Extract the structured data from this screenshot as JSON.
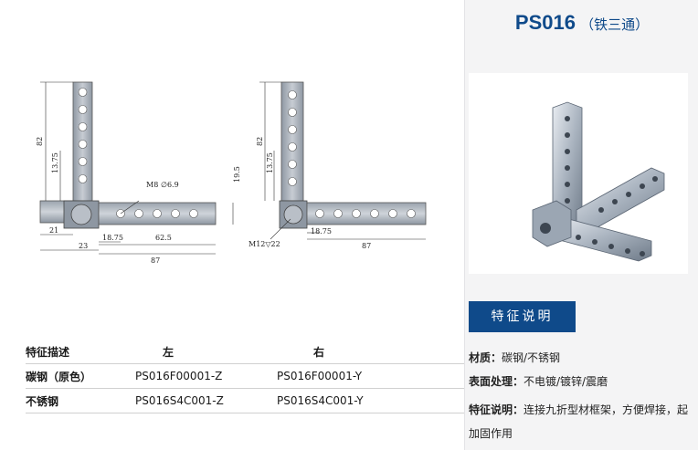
{
  "product": {
    "code": "PS016",
    "subtitle": "（铁三通）"
  },
  "drawing": {
    "left": {
      "dims": {
        "height_82": "82",
        "height_13_75": "13.75",
        "label_m8": "M8",
        "label_phi": "∅6.9",
        "label_19_5": "19.5",
        "d21": "21",
        "d23": "23",
        "d18_75": "18.75",
        "d62_5": "62.5",
        "d87": "87"
      }
    },
    "right": {
      "dims": {
        "height_82": "82",
        "height_13_75": "13.75",
        "label_m12": "M12▽22",
        "d18_75": "18.75",
        "d87": "87"
      }
    }
  },
  "table": {
    "headers": [
      "特征描述",
      "左",
      "右"
    ],
    "rows": [
      [
        "碳钢（原色）",
        "PS016F00001-Z",
        "PS016F00001-Y"
      ],
      [
        "不锈钢",
        "PS016S4C001-Z",
        "PS016S4C001-Y"
      ]
    ]
  },
  "features": {
    "badge": "特征说明",
    "material_label": "材质：",
    "material_value": "碳钢/不锈钢",
    "surface_label": "表面处理：",
    "surface_value": "不电镀/镀锌/震磨",
    "desc_label": "特征说明：",
    "desc_value": "连接九折型材框架，方便焊接，起加固作用"
  }
}
